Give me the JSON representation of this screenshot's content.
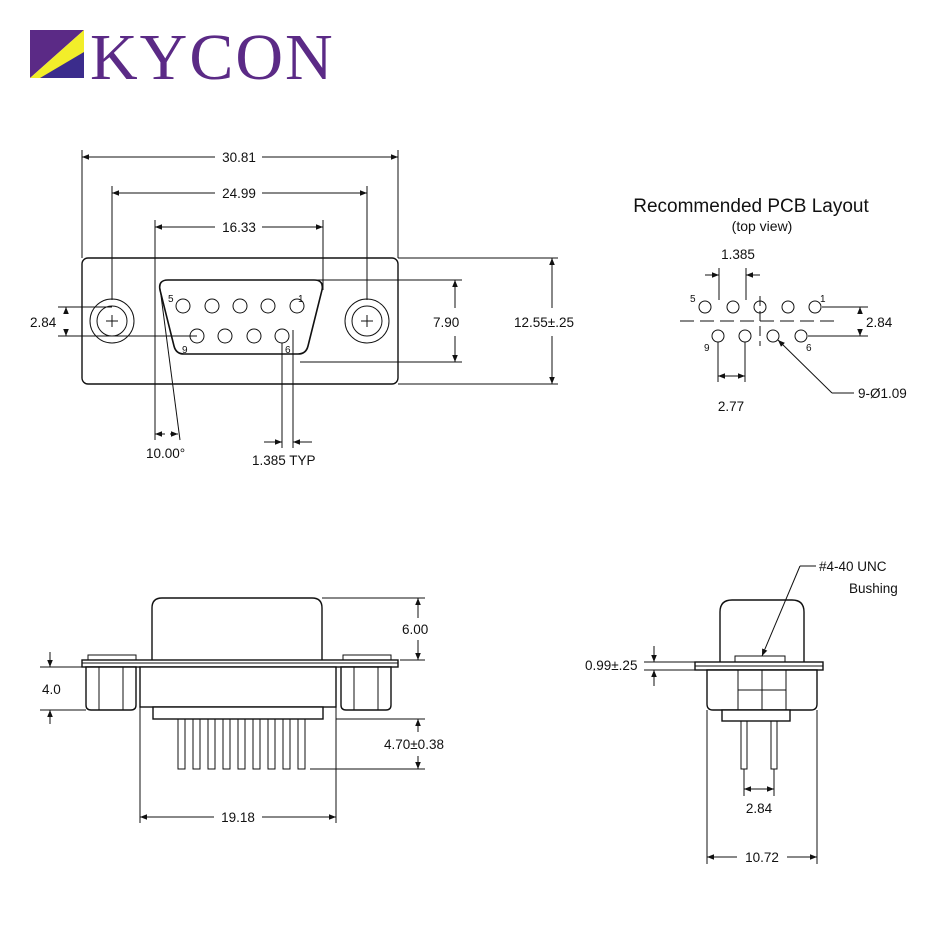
{
  "logo": {
    "text": "KYCON",
    "colors": {
      "purple": "#5b2a86",
      "yellow": "#f2ee2a",
      "blue": "#3b2c8c"
    }
  },
  "front_view": {
    "dims": {
      "overall_width": "30.81",
      "mount_hole_spacing": "24.99",
      "shell_width": "16.33",
      "hole_offset": "2.84",
      "shell_height": "7.90",
      "overall_height": "12.55±.25",
      "draft_angle": "10.00°",
      "pin_pitch": "1.385 TYP"
    },
    "pin_labels": {
      "pin5": "5",
      "pin1": "1",
      "pin9": "9",
      "pin6": "6"
    }
  },
  "pcb_layout": {
    "title": "Recommended PCB Layout",
    "subtitle": "(top view)",
    "dims": {
      "pitch": "1.385",
      "row_offset": "2.84",
      "row_span": "2.77",
      "hole_callout": "9-Ø1.09"
    },
    "pin_labels": {
      "pin5": "5",
      "pin1": "1",
      "pin9": "9",
      "pin6": "6"
    }
  },
  "bottom_view": {
    "dims": {
      "shell_depth": "6.00",
      "flange_height": "4.0",
      "pin_length": "4.70±0.38",
      "body_width": "19.18"
    }
  },
  "side_view": {
    "callout_line1": "#4-40 UNC",
    "callout_line2": "Bushing",
    "dims": {
      "flange_thickness": "0.99±.25",
      "pin_row_spacing": "2.84",
      "body_depth": "10.72"
    }
  }
}
